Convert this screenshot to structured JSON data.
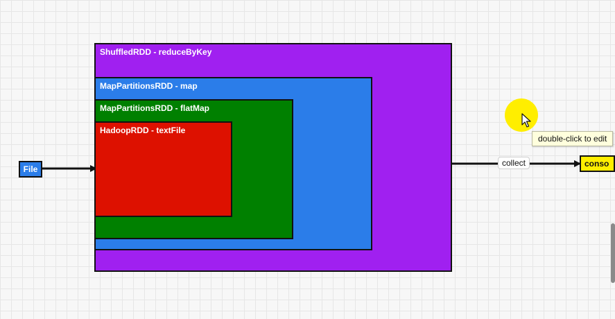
{
  "diagram": {
    "rdds": {
      "shuffled": {
        "label": "ShuffledRDD - reduceByKey",
        "color": "#a020f0"
      },
      "map": {
        "label": "MapPartitionsRDD - map",
        "color": "#2b7de9"
      },
      "flatmap": {
        "label": "MapPartitionsRDD - flatMap",
        "color": "#008000"
      },
      "hadoop": {
        "label": "HadoopRDD - textFile",
        "color": "#dd1100"
      }
    },
    "source": {
      "label": "File",
      "color": "#2b7de9"
    },
    "sink": {
      "label": "conso",
      "color": "#ffee00"
    },
    "edge_label": "collect",
    "tooltip": "double-click to edit"
  },
  "highlight_color": "#ffee00"
}
